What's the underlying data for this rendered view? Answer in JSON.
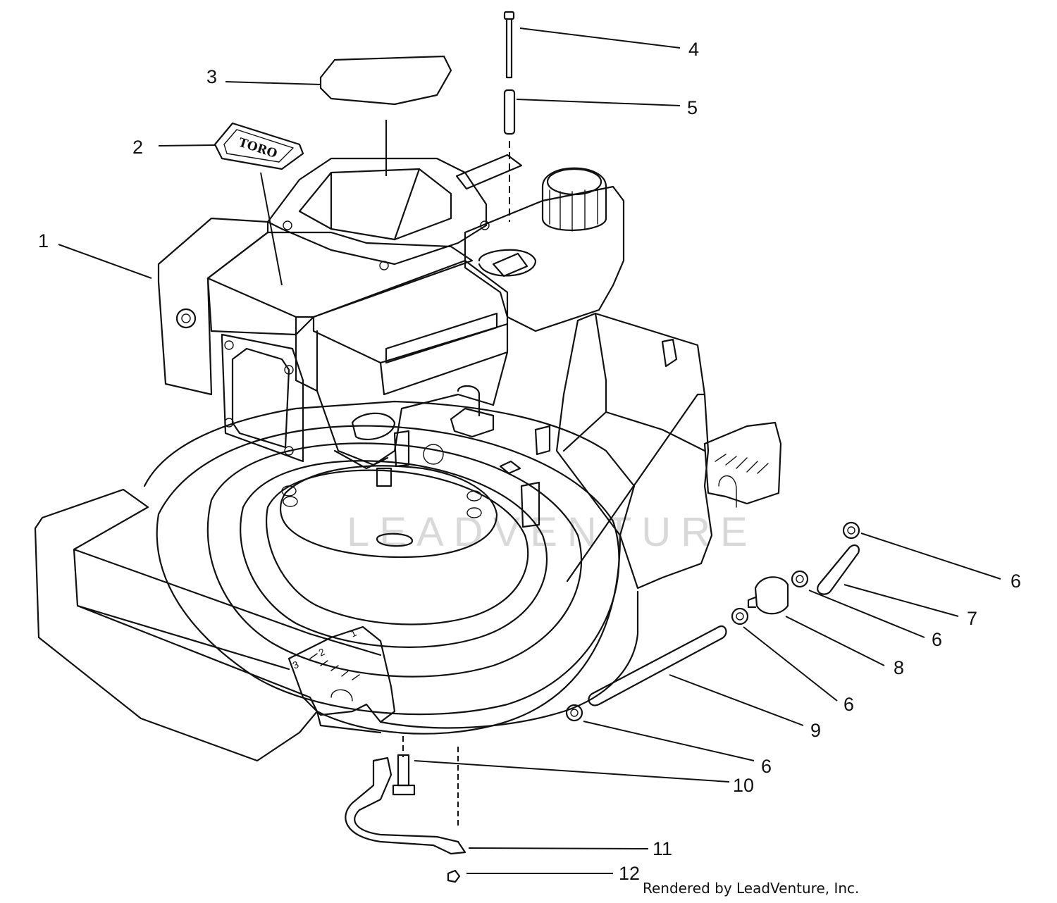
{
  "watermark": "LEADVENTURE",
  "badge_text": "TORO",
  "credit": "Rendered by LeadVenture, Inc.",
  "callouts": [
    {
      "id": "1",
      "label": "1"
    },
    {
      "id": "2",
      "label": "2"
    },
    {
      "id": "3",
      "label": "3"
    },
    {
      "id": "4",
      "label": "4"
    },
    {
      "id": "5",
      "label": "5"
    },
    {
      "id": "6a",
      "label": "6"
    },
    {
      "id": "7",
      "label": "7"
    },
    {
      "id": "6b",
      "label": "6"
    },
    {
      "id": "8",
      "label": "8"
    },
    {
      "id": "6c",
      "label": "6"
    },
    {
      "id": "9",
      "label": "9"
    },
    {
      "id": "6d",
      "label": "6"
    },
    {
      "id": "10",
      "label": "10"
    },
    {
      "id": "11",
      "label": "11"
    },
    {
      "id": "12",
      "label": "12"
    }
  ],
  "deck_height_marks": [
    "3",
    "2",
    "1"
  ]
}
